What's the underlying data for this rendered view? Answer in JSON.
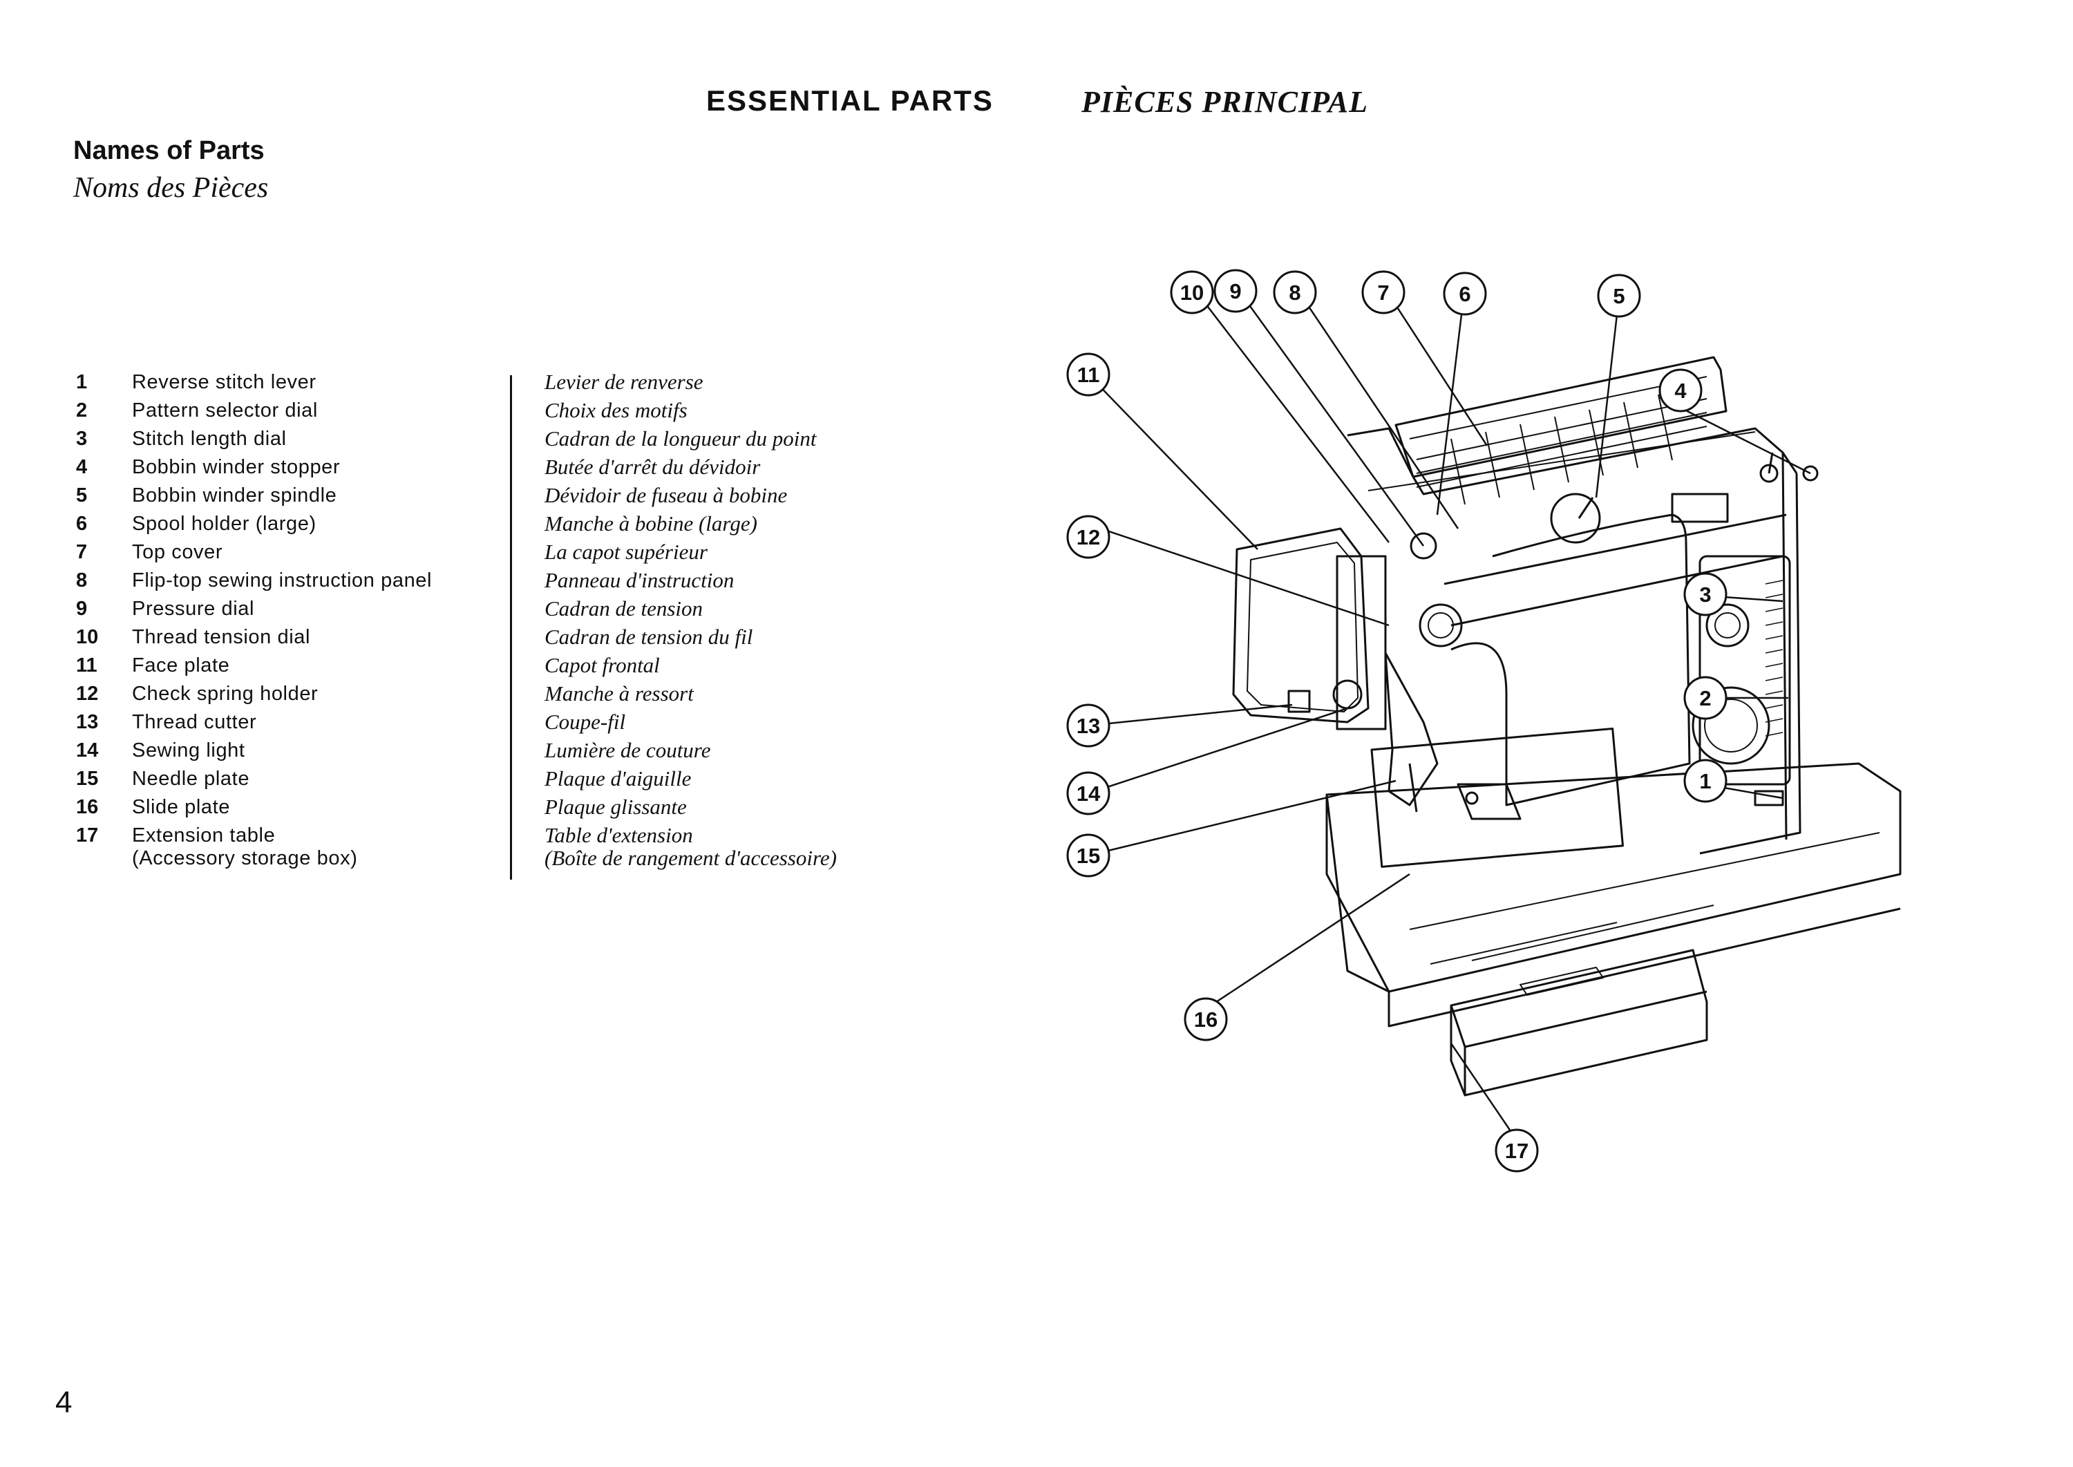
{
  "header": {
    "title_en": "ESSENTIAL PARTS",
    "title_fr": "PIÈCES PRINCIPAL"
  },
  "section": {
    "title_en": "Names of Parts",
    "title_fr": "Noms des Pièces"
  },
  "parts": [
    {
      "num": "1",
      "en": "Reverse stitch lever",
      "fr": "Levier de renverse"
    },
    {
      "num": "2",
      "en": "Pattern selector dial",
      "fr": "Choix des motifs"
    },
    {
      "num": "3",
      "en": "Stitch length dial",
      "fr": "Cadran de la longueur du point"
    },
    {
      "num": "4",
      "en": "Bobbin winder stopper",
      "fr": "Butée d'arrêt du dévidoir"
    },
    {
      "num": "5",
      "en": "Bobbin winder spindle",
      "fr": "Dévidoir de fuseau à bobine"
    },
    {
      "num": "6",
      "en": "Spool holder (large)",
      "fr": "Manche à bobine (large)"
    },
    {
      "num": "7",
      "en": "Top cover",
      "fr": "La capot supérieur"
    },
    {
      "num": "8",
      "en": "Flip-top sewing instruction panel",
      "fr": "Panneau d'instruction"
    },
    {
      "num": "9",
      "en": "Pressure dial",
      "fr": "Cadran de tension"
    },
    {
      "num": "10",
      "en": "Thread tension dial",
      "fr": "Cadran de tension du fil"
    },
    {
      "num": "11",
      "en": "Face plate",
      "fr": "Capot frontal"
    },
    {
      "num": "12",
      "en": "Check spring holder",
      "fr": "Manche à ressort"
    },
    {
      "num": "13",
      "en": "Thread cutter",
      "fr": "Coupe-fil"
    },
    {
      "num": "14",
      "en": "Sewing light",
      "fr": "Lumière de couture"
    },
    {
      "num": "15",
      "en": "Needle plate",
      "fr": "Plaque d'aiguille"
    },
    {
      "num": "16",
      "en": "Slide plate",
      "fr": "Plaque glissante"
    },
    {
      "num": "17",
      "en": "Extension table",
      "fr": "Table d'extension"
    }
  ],
  "parts_extra": {
    "en": "(Accessory storage box)",
    "fr": "(Boîte de rangement d'accessoire)"
  },
  "callouts": [
    "1",
    "2",
    "3",
    "4",
    "5",
    "6",
    "7",
    "8",
    "9",
    "10",
    "11",
    "12",
    "13",
    "14",
    "15",
    "16",
    "17"
  ],
  "page_number": "4"
}
